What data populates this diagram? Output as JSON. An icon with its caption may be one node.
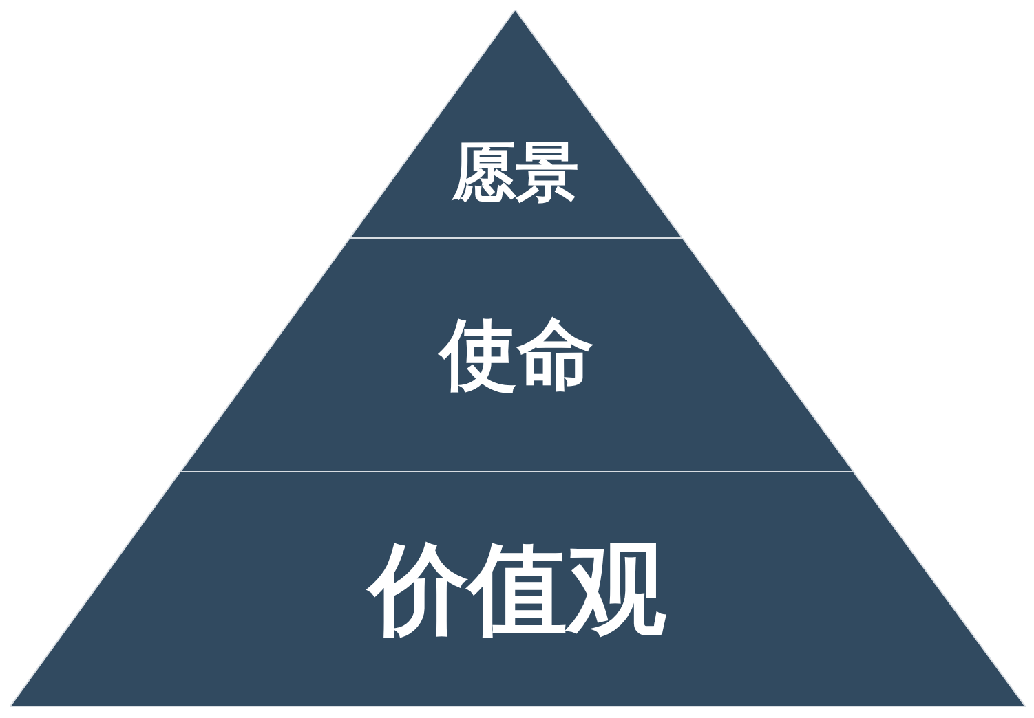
{
  "diagram": {
    "nodes": [
      {
        "text": [
          "愿景"
        ]
      },
      {
        "text": [
          "使命"
        ]
      },
      {
        "text": [
          "价值观"
        ]
      }
    ]
  }
}
